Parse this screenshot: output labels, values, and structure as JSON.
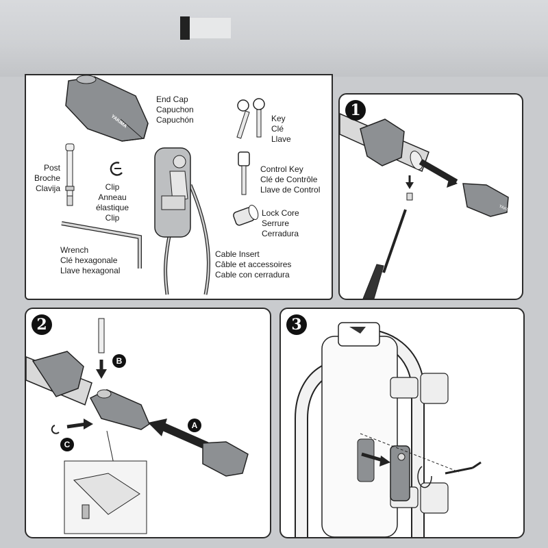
{
  "parts": {
    "end_cap": [
      "End Cap",
      "Capuchon",
      "Capuchón"
    ],
    "post": [
      "Post",
      "Broche",
      "Clavija"
    ],
    "clip": [
      "Clip",
      "Anneau",
      "élastique",
      "Clip"
    ],
    "wrench": [
      "Wrench",
      "Clé hexagonale",
      "Llave hexagonal"
    ],
    "key": [
      "Key",
      "Clé",
      "Llave"
    ],
    "control_key": [
      "Control Key",
      "Clé de Contrôle",
      "Llave de Control"
    ],
    "lock_core": [
      "Lock Core",
      "Serrure",
      "Cerradura"
    ],
    "cable_insert": [
      "Cable Insert",
      "Câble et accessoires",
      "Cable con cerradura"
    ],
    "brand": "YAKIMA"
  },
  "steps": {
    "one": "1",
    "two": "2",
    "three": "3",
    "letters": {
      "a": "A",
      "b": "B",
      "c": "C"
    }
  }
}
